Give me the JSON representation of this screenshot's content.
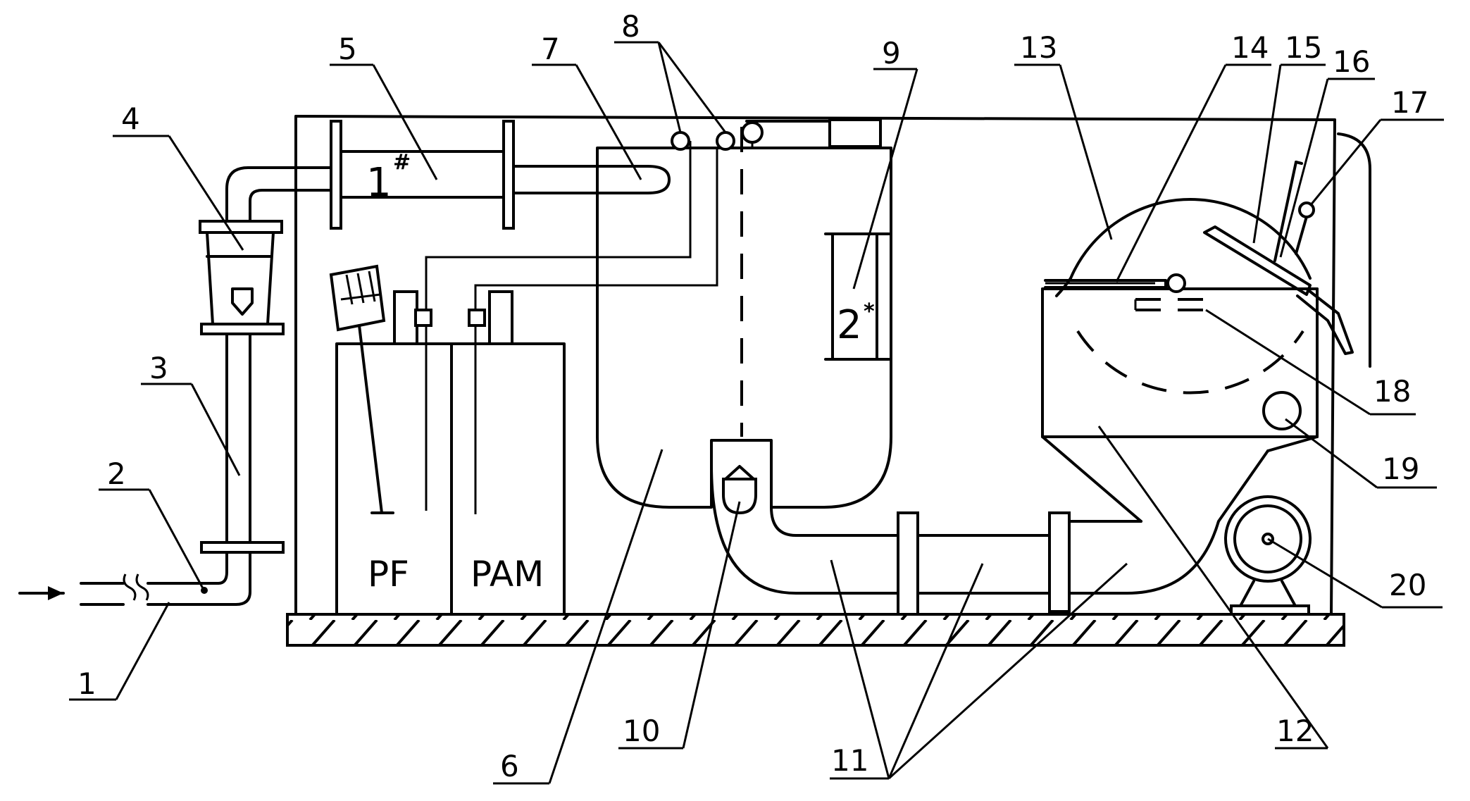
{
  "tank_labels": {
    "pf": "PF",
    "pam": "PAM",
    "chamber1": "1",
    "chamber1_mark": "#",
    "chamber2": "2",
    "chamber2_mark": "*"
  },
  "callouts": [
    "1",
    "2",
    "3",
    "4",
    "5",
    "6",
    "7",
    "8",
    "9",
    "10",
    "11",
    "12",
    "13",
    "14",
    "15",
    "16",
    "17",
    "18",
    "19",
    "20"
  ]
}
